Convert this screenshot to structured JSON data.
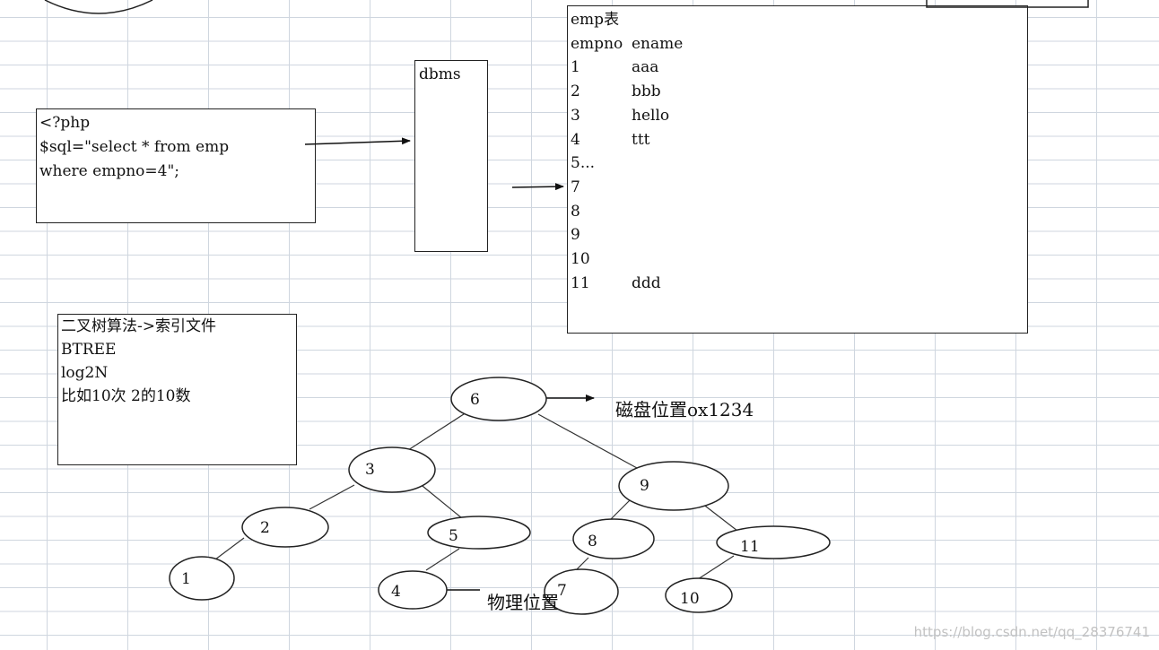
{
  "php_box": {
    "lines": [
      "<?php",
      "$sql=\"select * from emp",
      "where empno=4\";"
    ]
  },
  "dbms_box": {
    "label": "dbms"
  },
  "emp_table": {
    "title": "emp表",
    "header": [
      "empno",
      "ename"
    ],
    "rows": [
      [
        "1",
        "aaa"
      ],
      [
        "2",
        "bbb"
      ],
      [
        "3",
        "hello"
      ],
      [
        "4",
        "ttt"
      ],
      [
        "5...",
        ""
      ],
      [
        "7",
        ""
      ],
      [
        "8",
        ""
      ],
      [
        "9",
        ""
      ],
      [
        "10",
        ""
      ],
      [
        "11",
        "ddd"
      ]
    ]
  },
  "btree_box": {
    "lines": [
      "二叉树算法->索引文件",
      "BTREE",
      "log2N",
      "比如10次 2的10数"
    ]
  },
  "tree": {
    "nodes": [
      "6",
      "3",
      "9",
      "2",
      "5",
      "8",
      "11",
      "1",
      "4",
      "7",
      "10"
    ]
  },
  "labels": {
    "disk_position": "磁盘位置ox1234",
    "physical_position": "物理位置"
  },
  "watermark": "https://blog.csdn.net/qq_28376741"
}
